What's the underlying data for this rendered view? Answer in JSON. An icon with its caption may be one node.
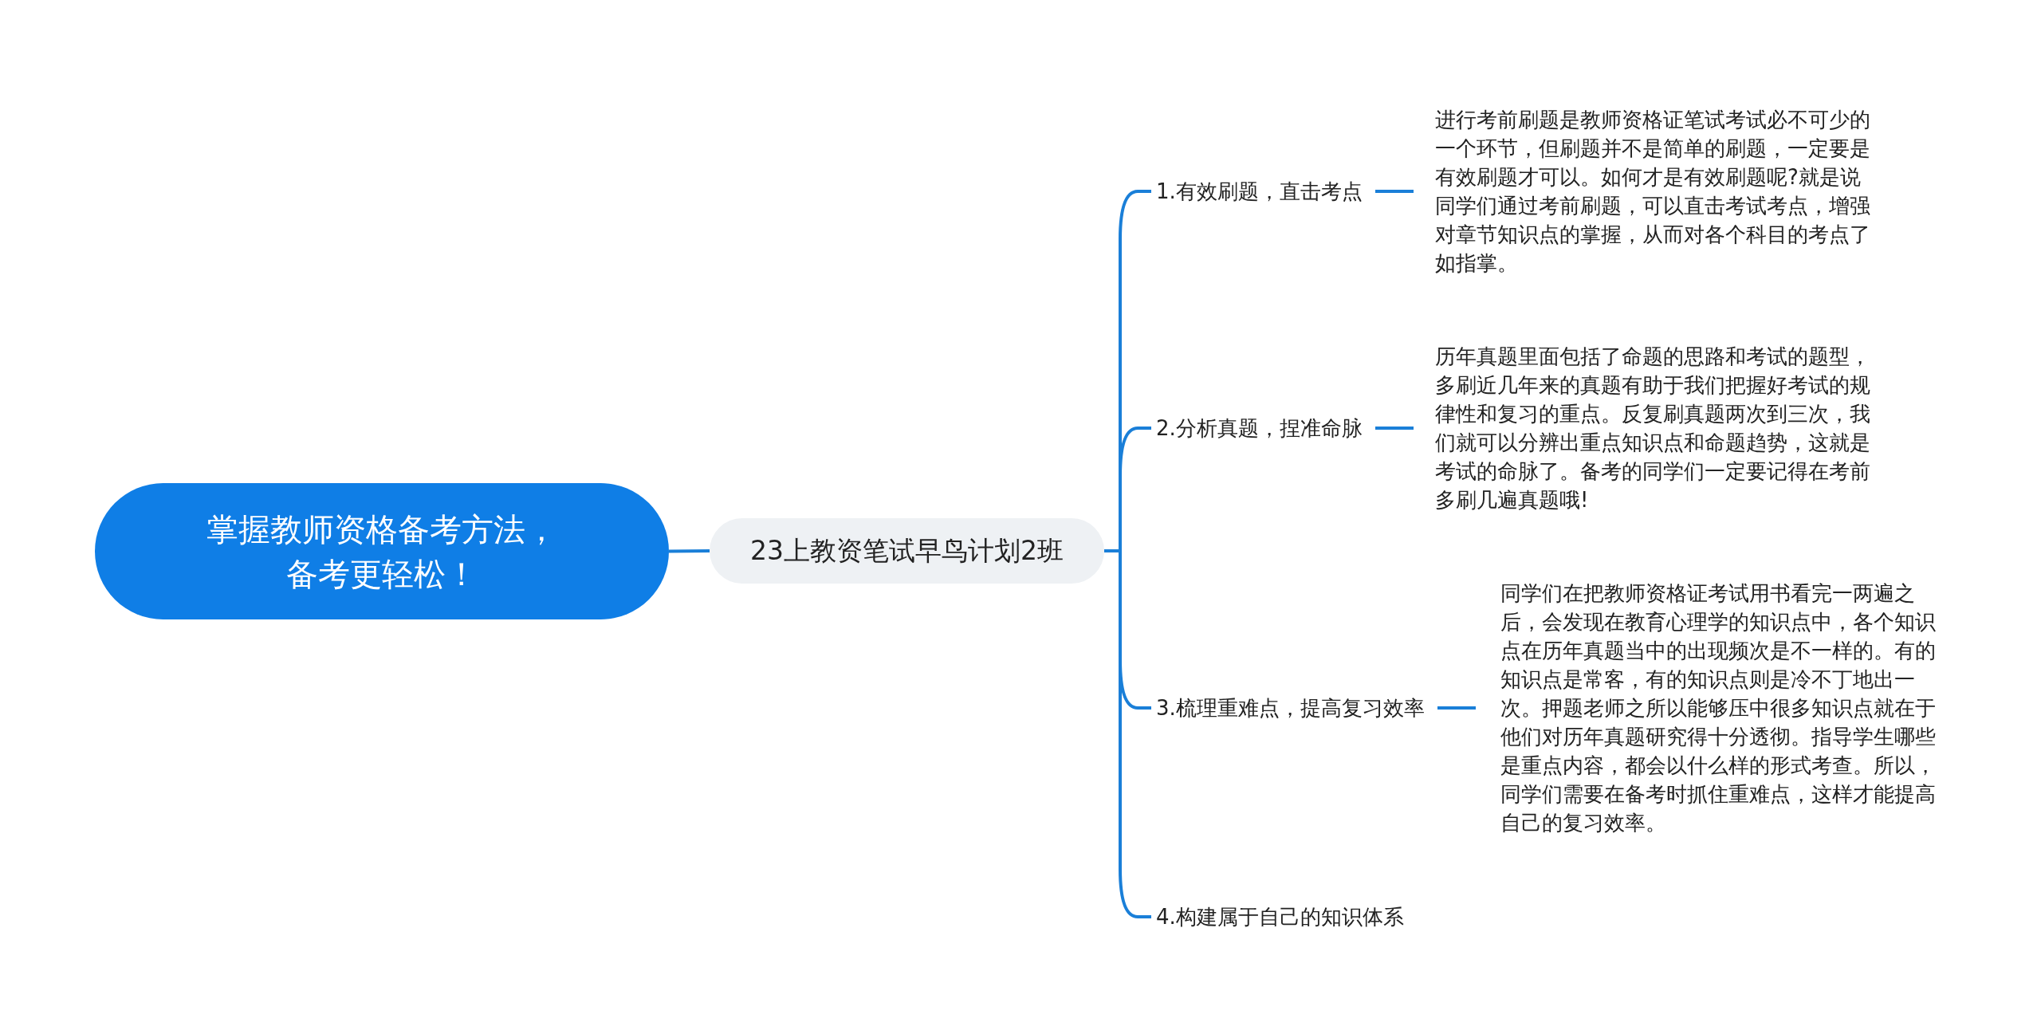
{
  "diagram": {
    "nodes": [
      {
        "text": [
          "掌握教师资格备考方法，备考更轻松！"
        ]
      },
      {
        "text": [
          "23上教资笔试早鸟计划2班"
        ]
      },
      {
        "text": [
          "1.有效刷题，直击考点"
        ]
      },
      {
        "text": [
          "2.分析真题，捏准命脉"
        ]
      },
      {
        "text": [
          "3.梳理重难点，提高复习效率"
        ]
      },
      {
        "text": [
          "4.构建属于自己的知识体系"
        ]
      },
      {
        "text": [
          "进行考前刷题是教师资格证笔试考试必不可少的一个环节，但刷题并不是简单的刷题，一定要是有效刷题才可以。如何才是有效刷题呢?就是说同学们通过考前刷题，可以直击考试考点，增强对章节知识点的掌握，从而对各个科目的考点了如指掌。"
        ]
      },
      {
        "text": [
          "历年真题里面包括了命题的思路和考试的题型，多刷近几年来的真题有助于我们把握好考试的规律性和复习的重点。反复刷真题两次到三次，我们就可以分辨出重点知识点和命题趋势，这就是考试的命脉了。备考的同学们一定要记得在考前多刷几遍真题哦!"
        ]
      },
      {
        "text": [
          "同学们在把教师资格证考试用书看完一两遍之后，会发现在教育心理学的知识点中，各个知识点在历年真题当中的出现频次是不一样的。有的知识点是常客，有的知识点则是冷不丁地出一次。押题老师之所以能够压中很多知识点就在于他们对历年真题研究得十分透彻。指导学生哪些是重点内容，都会以什么样的形式考查。所以，同学们需要在备考时抓住重难点，这样才能提高自己的复习效率。"
        ]
      }
    ],
    "edges": [
      {
        "from": 0,
        "to": 1,
        "arrow": "none"
      },
      {
        "from": 1,
        "to": 2,
        "arrow": "none"
      },
      {
        "from": 1,
        "to": 3,
        "arrow": "none"
      },
      {
        "from": 1,
        "to": 4,
        "arrow": "none"
      },
      {
        "from": 1,
        "to": 5,
        "arrow": "none"
      },
      {
        "from": 2,
        "to": 6,
        "arrow": "none"
      },
      {
        "from": 3,
        "to": 7,
        "arrow": "none"
      },
      {
        "from": 4,
        "to": 8,
        "arrow": "none"
      }
    ]
  }
}
